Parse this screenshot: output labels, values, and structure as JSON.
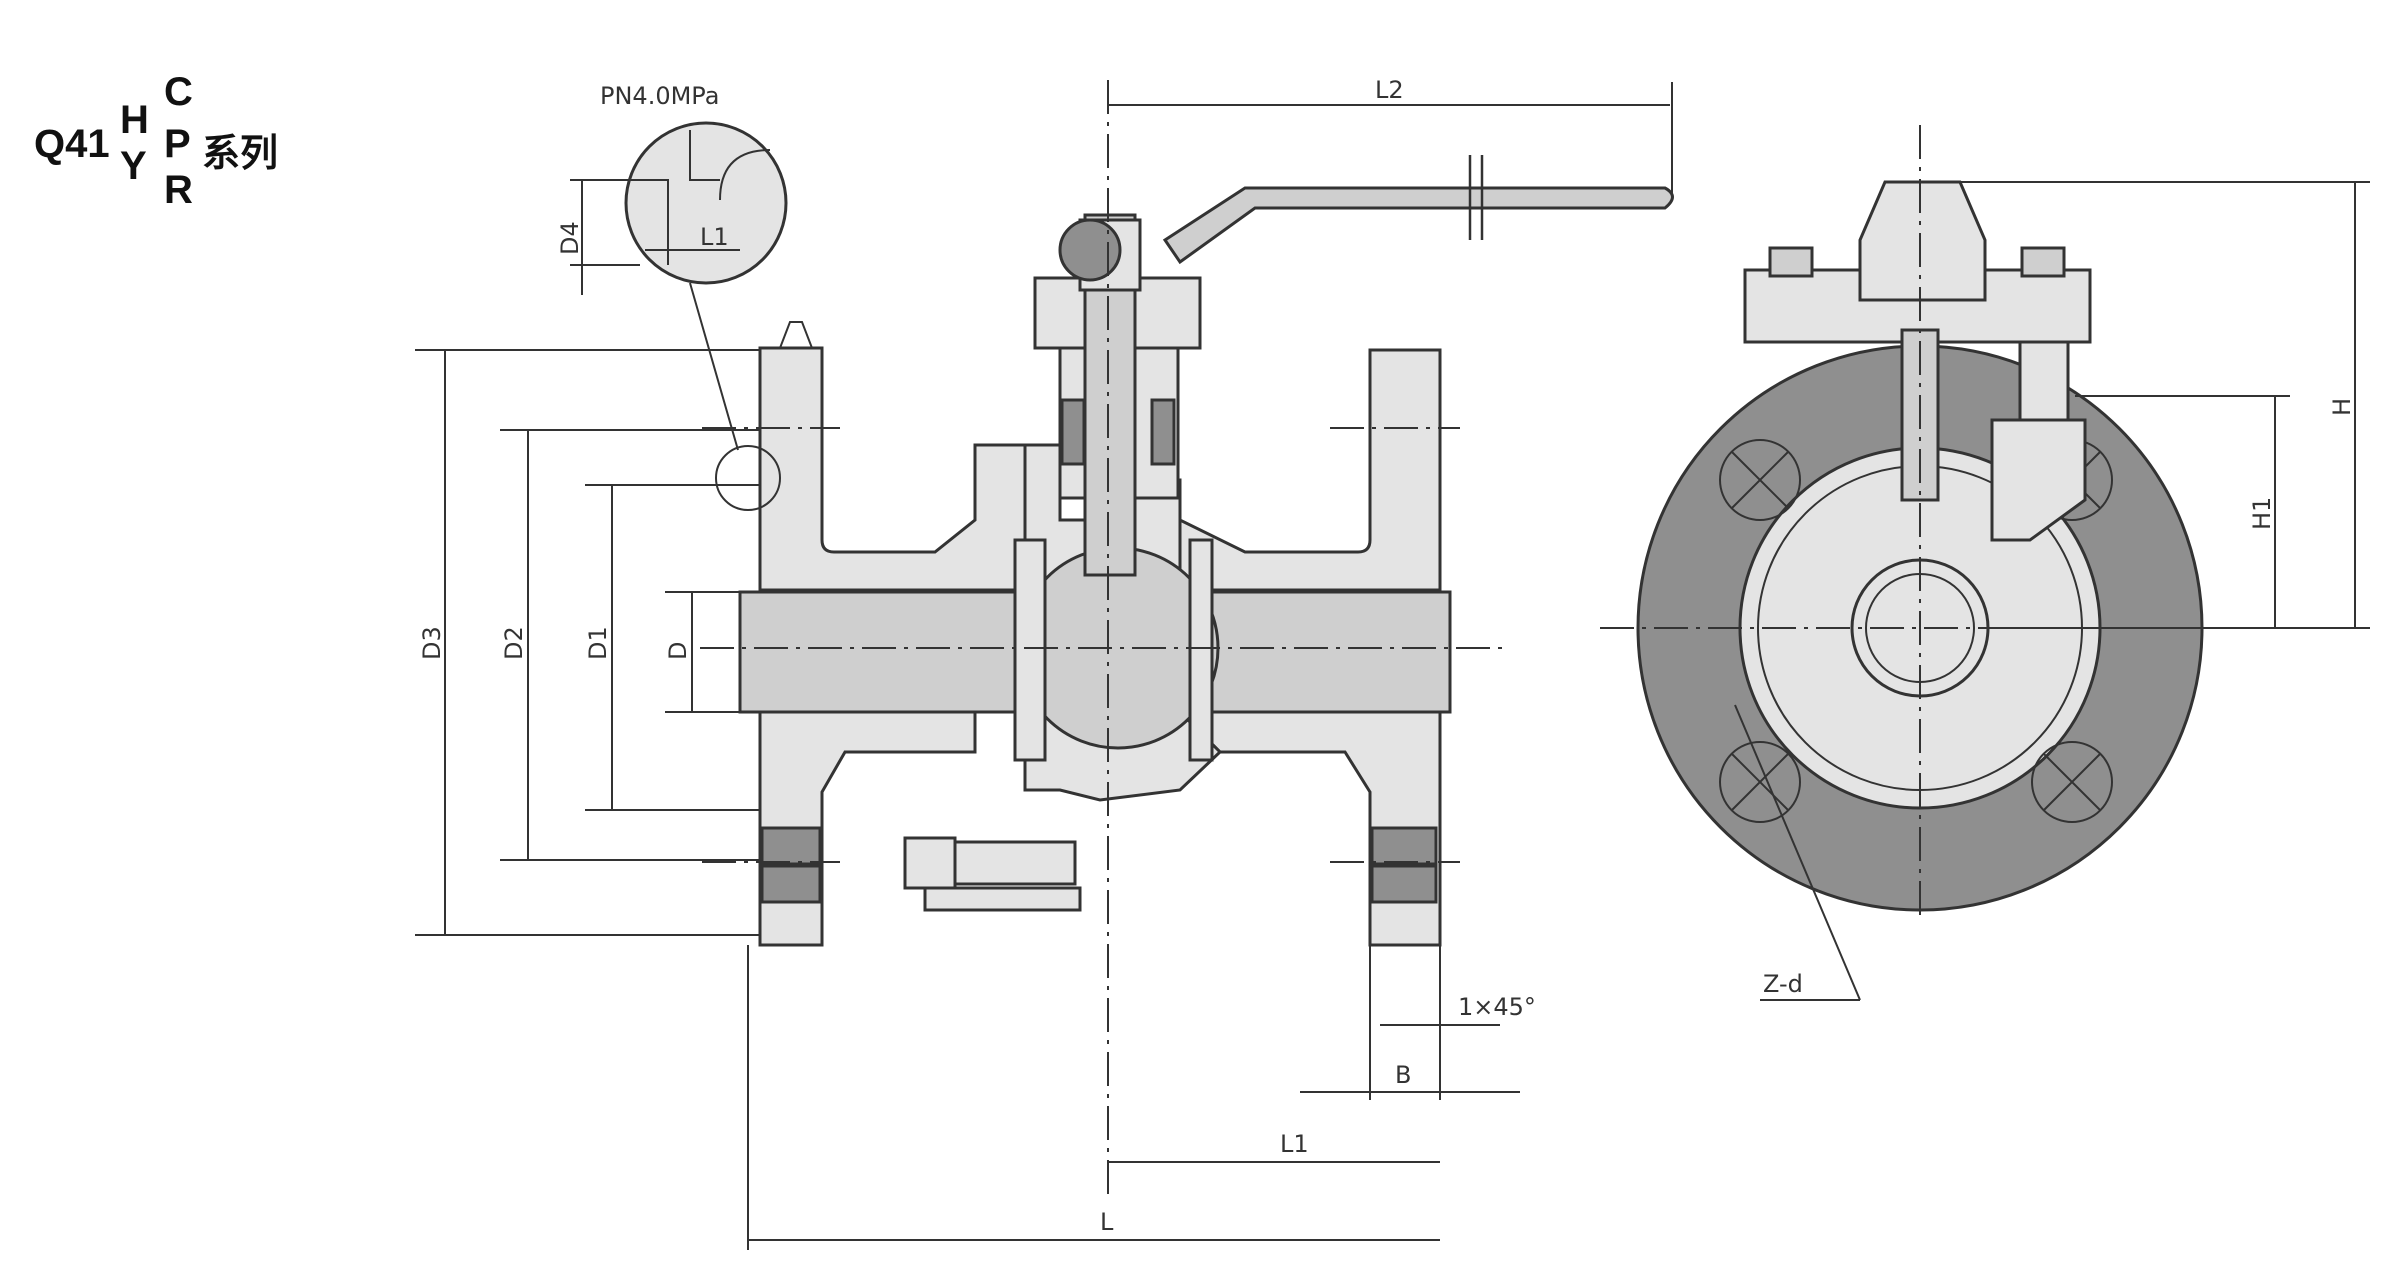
{
  "series_title": {
    "prefix": "Q41",
    "h": "H",
    "y": "Y",
    "c": "C",
    "p": "P",
    "r": "R",
    "suffix": "系列"
  },
  "detail_label": "PN4.0MPa",
  "dimensions": {
    "L2": "L2",
    "D4": "D4",
    "L1_detail": "L1",
    "D3": "D3",
    "D2": "D2",
    "D1": "D1",
    "D": "D",
    "chamfer": "1×45°",
    "B": "B",
    "L1": "L1",
    "L": "L",
    "H": "H",
    "H1": "H1",
    "Z_d": "Z-d"
  },
  "colors": {
    "body": "#e4e4e4",
    "shaded": "#8f8f8f",
    "line": "#333333"
  }
}
